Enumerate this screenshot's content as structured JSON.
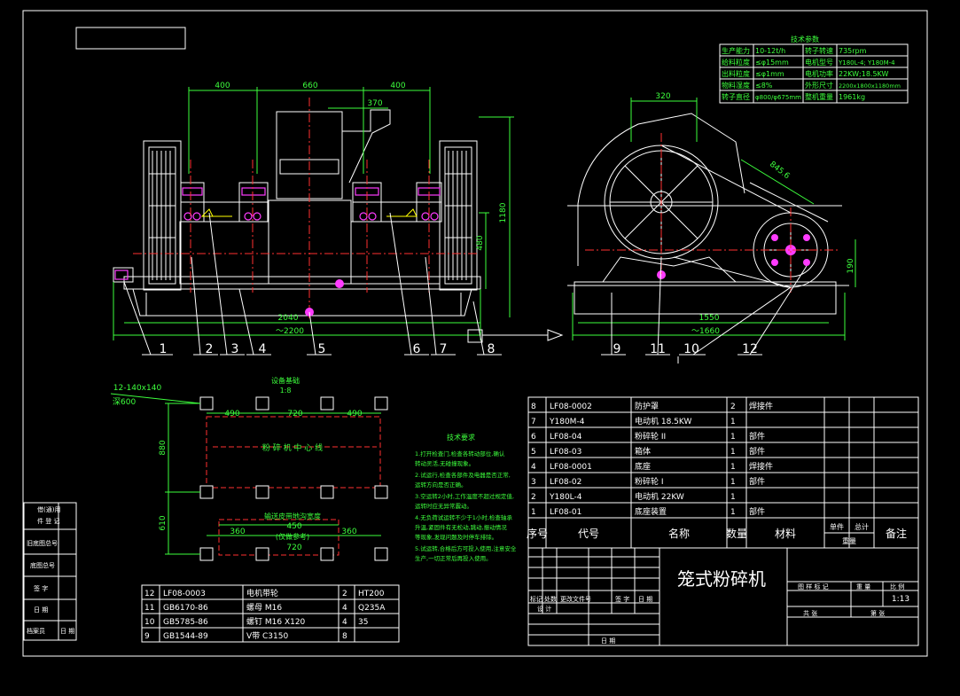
{
  "title_block": {
    "drawing_title": "笼式粉碎机",
    "scale": "1:13",
    "labels": {
      "stage": "图 样 标 记",
      "weight": "重 量",
      "ratio": "比 例",
      "sheets_total": "共 张",
      "sheet_no": "第 张",
      "mark": "标记",
      "count": "处数",
      "change_doc": "更改文件号",
      "sign": "签 字",
      "date_col": "日 期",
      "design": "设 计",
      "date": "日 期"
    }
  },
  "left_strip": [
    "借(通)用",
    "件 登 记",
    "旧底图总号",
    "底图总号",
    "签 字",
    "日 期",
    "档案员",
    "日 期"
  ],
  "tech_params": {
    "title": "技术参数",
    "rows": [
      [
        "生产能力",
        "10-12t/h",
        "转子转速",
        "735rpm"
      ],
      [
        "给料粒度",
        "≤φ15mm",
        "电机型号",
        "Y180L-4; Y180M-4"
      ],
      [
        "出料粒度",
        "≤φ1mm",
        "电机功率",
        "22KW;18.5KW"
      ],
      [
        "物料湿度",
        "≤8%",
        "外形尺寸",
        "2200x1800x1180mm"
      ],
      [
        "转子直径",
        "φ800/φ675mm",
        "整机重量",
        "1961kg"
      ]
    ]
  },
  "dimensions": {
    "front": [
      "400",
      "660",
      "400",
      "370",
      "1180",
      "480",
      "2040",
      "～2200"
    ],
    "side": [
      "320",
      "845.6",
      "190",
      "1550",
      "～1660"
    ],
    "foundation": [
      "12-140x140",
      "深600",
      "490",
      "720",
      "490",
      "880",
      "610",
      "360",
      "450",
      "720",
      "360"
    ]
  },
  "foundation": {
    "title": "设备基础",
    "scale": "1:8",
    "center_label": "粉 碎 机 中 心 线",
    "belt_label": "输送皮带地沟宽度",
    "belt_note": "(仅做参考)"
  },
  "tech_requirements": {
    "title": "技术要求",
    "lines": [
      "1.打开检查门,检查各转动部位,确认",
      "  转动灵活,无碰撞现象。",
      "2.试运行,检查各部件及电器是否正常,",
      "  运转方向是否正确。",
      "3.空运转2小时,工作温度不超过规定值,",
      "  运转时应无异常震动。",
      "4.无负荷试运转不少于1小时,检查轴承",
      "  升温,紧固件有无松动,跳动,振动情况",
      "  等现象,发现问题及时停车排除。",
      "5.试运转,合格后方可投入使用,注意安全",
      "  生产,一切正常后再投入使用。"
    ]
  },
  "bom_upper": {
    "headers": [
      "序号",
      "代号",
      "名称",
      "数量",
      "材料",
      "单件",
      "总计",
      "重量",
      "备注"
    ],
    "rows": [
      [
        "8",
        "LF08-0002",
        "防护罩",
        "2",
        "焊接件"
      ],
      [
        "7",
        "Y180M-4",
        "电动机 18.5KW",
        "1",
        ""
      ],
      [
        "6",
        "LF08-04",
        "粉碎轮 II",
        "1",
        "部件"
      ],
      [
        "5",
        "LF08-03",
        "箱体",
        "1",
        "部件"
      ],
      [
        "4",
        "LF08-0001",
        "底座",
        "1",
        "焊接件"
      ],
      [
        "3",
        "LF08-02",
        "粉碎轮 I",
        "1",
        "部件"
      ],
      [
        "2",
        "Y180L-4",
        "电动机 22KW",
        "1",
        ""
      ],
      [
        "1",
        "LF08-01",
        "底座装置",
        "1",
        "部件"
      ]
    ]
  },
  "bom_lower": {
    "rows": [
      [
        "12",
        "LF08-0003",
        "电机带轮",
        "2",
        "HT200"
      ],
      [
        "11",
        "GB6170-86",
        "螺母 M16",
        "4",
        "Q235A"
      ],
      [
        "10",
        "GB5785-86",
        "螺钉 M16 X120",
        "4",
        "35"
      ],
      [
        "9",
        "GB1544-89",
        "V带 C3150",
        "8",
        ""
      ]
    ]
  },
  "balloons": [
    "1",
    "2",
    "3",
    "4",
    "5",
    "6",
    "7",
    "8",
    "9",
    "11",
    "10",
    "12"
  ]
}
